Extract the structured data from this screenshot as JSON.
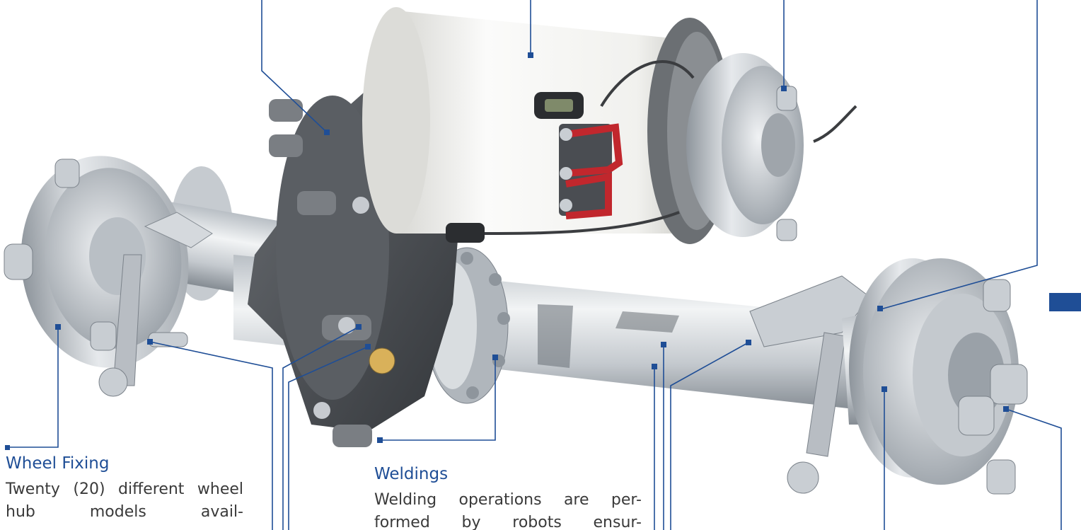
{
  "colors": {
    "accent": "#1f4e96",
    "body_text": "#3a3a3a",
    "background": "#ffffff",
    "steel_light": "#e6e9ec",
    "steel_dark": "#8e959c",
    "housing_dark": "#4f5358",
    "motor_white": "#f4f4f2",
    "cable_red": "#c1272d"
  },
  "captions": {
    "wheel_fixing": {
      "title": "Wheel Fixing",
      "body": "Twenty (20) different wheel hub models avail-"
    },
    "weldings": {
      "title": "Weldings",
      "body": "Welding operations are per- formed by robots ensur-"
    }
  }
}
